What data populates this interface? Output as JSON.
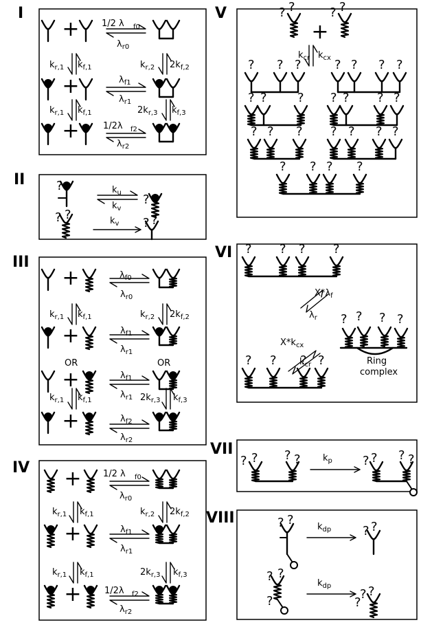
{
  "panels": [
    {
      "id": "I",
      "label": "I"
    },
    {
      "id": "II",
      "label": "II"
    },
    {
      "id": "III",
      "label": "III"
    },
    {
      "id": "IV",
      "label": "IV"
    },
    {
      "id": "V",
      "label": "V"
    },
    {
      "id": "VI",
      "label": "VI"
    },
    {
      "id": "VII",
      "label": "VII"
    },
    {
      "id": "VIII",
      "label": "VIII"
    }
  ],
  "rates": {
    "half_lambda_f0": "1/2 λ",
    "lambda_f0": "λ",
    "f0": "f0",
    "r0": "r0",
    "f1": "f1",
    "r1": "r1",
    "f2": "f2",
    "r2": "r2",
    "half_lambda_f2": "1/2λ",
    "lambda": "λ",
    "k": "k",
    "r_1": "r,1",
    "f_1": "f,1",
    "r_2": "r,2",
    "f_2": "f,2",
    "r_3": "r,3",
    "f_3": "f,3",
    "two_k": "2k",
    "u": "u",
    "v": "v",
    "cr": "cr",
    "cx": "cx",
    "p": "p",
    "dp": "dp",
    "x_lambda": "X*λ",
    "f": "f",
    "r": "r",
    "x_k": "X*k"
  },
  "texts": {
    "or": "OR",
    "ring_line1": "Ring",
    "ring_line2": "complex",
    "question": "?",
    "plus": "+"
  }
}
